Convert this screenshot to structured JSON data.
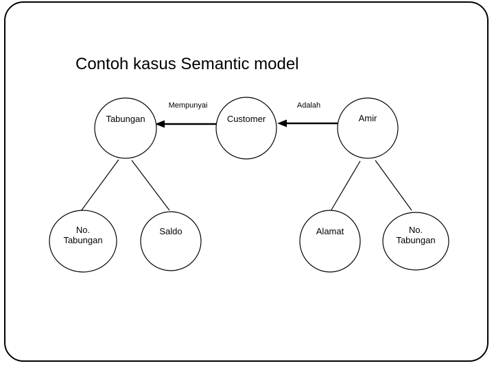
{
  "slide": {
    "title": "Contoh kasus Semantic model",
    "background_color": "#ffffff",
    "border_color": "#000000",
    "text_color": "#000000"
  },
  "diagram": {
    "entities": [
      {
        "label": "Tabungan"
      },
      {
        "label": "Customer"
      },
      {
        "label": "Amir"
      }
    ],
    "relations": [
      {
        "label": "Mempunyai",
        "from": "Customer",
        "to": "Tabungan"
      },
      {
        "label": "Adalah",
        "from": "Amir",
        "to": "Customer"
      }
    ],
    "attributes": [
      {
        "parent": "Tabungan",
        "lines": [
          "No.",
          "Tabungan"
        ]
      },
      {
        "parent": "Tabungan",
        "lines": [
          "Saldo"
        ]
      },
      {
        "parent": "Amir",
        "lines": [
          "Alamat"
        ]
      },
      {
        "parent": "Amir",
        "lines": [
          "No.",
          "Tabungan"
        ]
      }
    ]
  }
}
